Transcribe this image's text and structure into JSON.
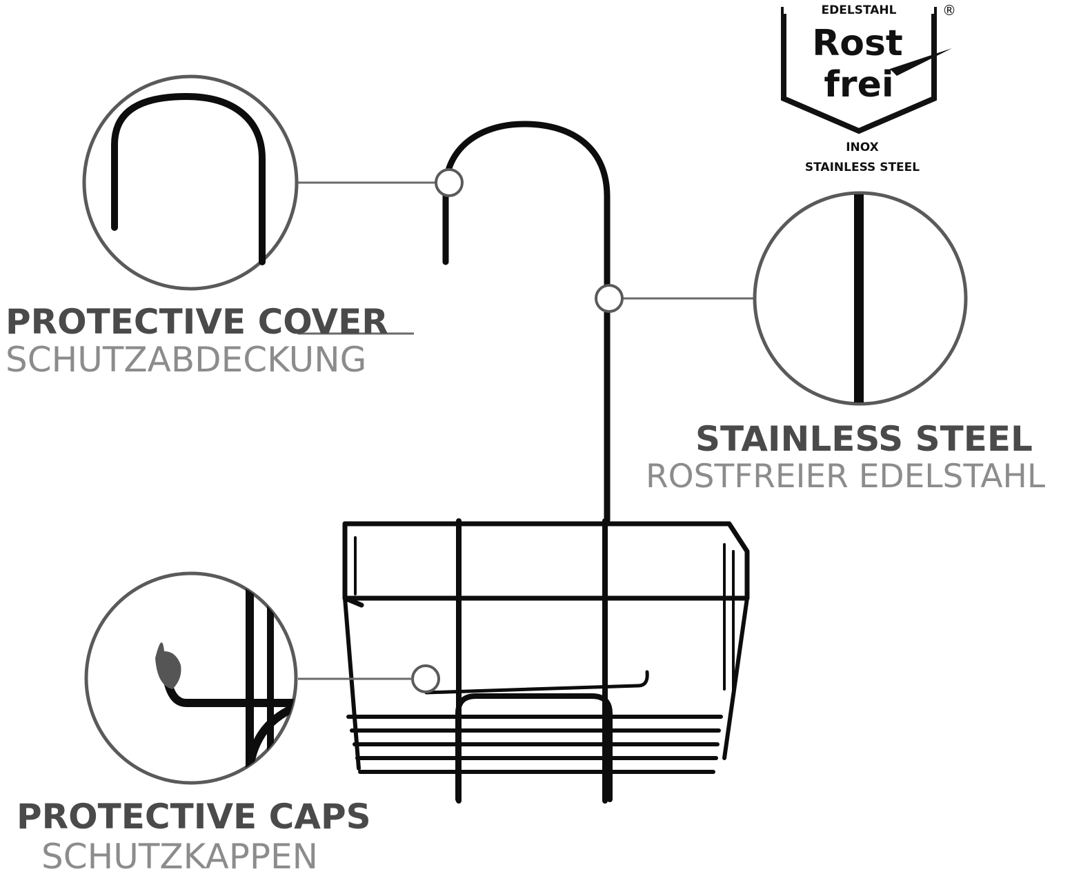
{
  "colors": {
    "wire": "#0d0d0d",
    "callout_ring": "#5a5a5a",
    "title_text": "#4a4a4a",
    "subtitle_text": "#8c8c8c",
    "background": "#ffffff"
  },
  "badge": {
    "top_text": "EDELSTAHL",
    "registered": "®",
    "brand_line1": "Rost",
    "brand_line2": "frei",
    "sub_line1": "INOX",
    "sub_line2": "STAINLESS STEEL",
    "icon": "rostfrei-shield-logo"
  },
  "callouts": {
    "protective_cover": {
      "title": "PROTECTIVE COVER",
      "subtitle": "SCHUTZABDECKUNG",
      "icon": "hook-detail-icon"
    },
    "stainless_steel": {
      "title": "STAINLESS STEEL",
      "subtitle": "ROSTFREIER EDELSTAHL",
      "icon": "rod-detail-icon"
    },
    "protective_caps": {
      "title": "PROTECTIVE CAPS",
      "subtitle": "SCHUTZKAPPEN",
      "icon": "cap-detail-icon"
    }
  }
}
